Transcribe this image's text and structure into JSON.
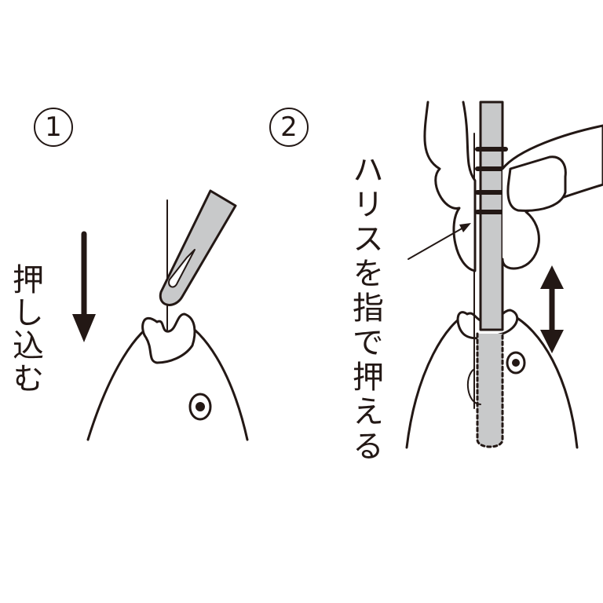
{
  "steps": [
    {
      "number": "1",
      "caption": "押し込む"
    },
    {
      "number": "2",
      "caption": "ハリスを指で押える"
    }
  ],
  "colors": {
    "ink": "#231815",
    "rod": "#c8c9ca"
  }
}
